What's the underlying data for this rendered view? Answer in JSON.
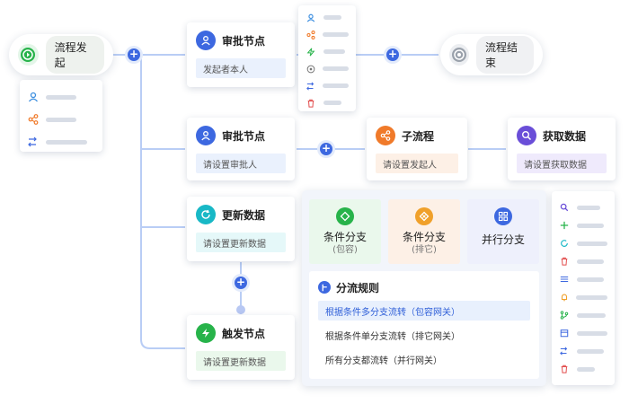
{
  "start": {
    "label": "流程发起",
    "icon": "play-icon",
    "color": "#27b34a"
  },
  "end": {
    "label": "流程结束",
    "icon": "stop-icon"
  },
  "approval_top": {
    "title": "审批节点",
    "field": "发起者本人",
    "icon": "user-icon"
  },
  "approval_mid": {
    "title": "审批节点",
    "field": "请设置审批人",
    "icon": "user-icon"
  },
  "subprocess": {
    "title": "子流程",
    "field": "请设置发起人",
    "icon": "share-icon"
  },
  "fetch": {
    "title": "获取数据",
    "field": "请设置获取数据",
    "icon": "search-icon"
  },
  "update": {
    "title": "更新数据",
    "field": "请设置更新数据",
    "icon": "refresh-icon"
  },
  "trigger": {
    "title": "触发节点",
    "field": "请设置更新数据",
    "icon": "lightning-icon"
  },
  "branch": {
    "cards": [
      {
        "label": "条件分支",
        "sub": "(包容)",
        "icon": "diamond-icon"
      },
      {
        "label": "条件分支",
        "sub": "(排它)",
        "icon": "diamond-x-icon"
      },
      {
        "label": "并行分支",
        "sub": "",
        "icon": "grid-icon"
      }
    ],
    "rules_title": "分流规则",
    "rules": [
      "根据条件多分支流转（包容网关）",
      "根据条件单分支流转（排它网关）",
      "所有分支都流转（并行网关）"
    ]
  },
  "colors": {
    "accent": "#3d68e0",
    "green": "#27b34a",
    "orange": "#f07a2a",
    "cyan": "#18b8c6",
    "purple": "#6a4ed8",
    "red": "#e24c4c"
  }
}
